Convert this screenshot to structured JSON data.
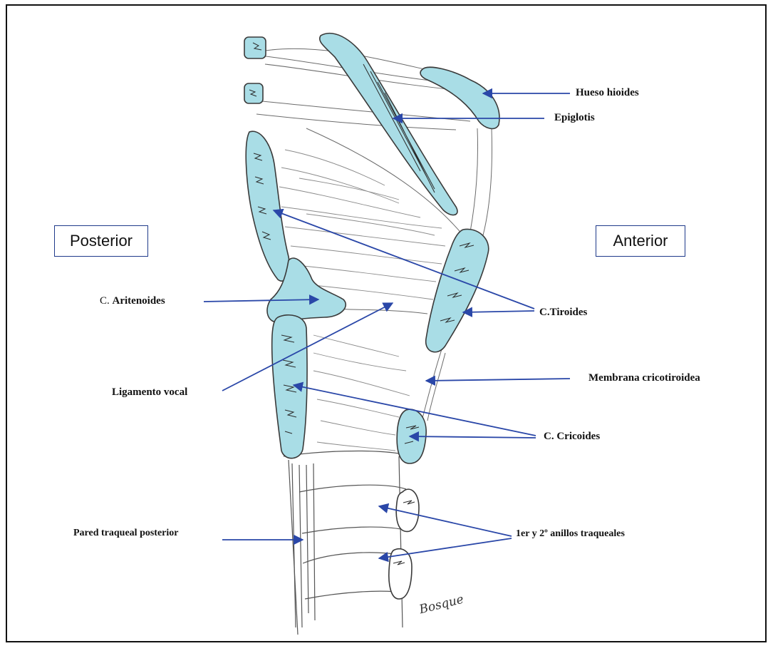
{
  "orientation": {
    "posterior": "Posterior",
    "anterior": "Anterior"
  },
  "labels": {
    "hyoid": "Hueso hioides",
    "epiglottis": "Epiglotis",
    "arytenoid_prefix": "C.",
    "arytenoid_name": "Aritenoides",
    "thyroid": "C.Tiroides",
    "vocal_ligament": "Ligamento vocal",
    "cricothyroid_membrane": "Membrana cricotiroidea",
    "cricoid": "C. Cricoides",
    "posterior_tracheal_wall": "Pared traqueal posterior",
    "tracheal_rings": "1er y 2º anillos traqueales"
  },
  "signature": "Bosque",
  "colors": {
    "cartilage_fill": "#a9dde6",
    "outline": "#3a3a3a",
    "arrow": "#2a47a8",
    "box_border": "#1f3a8a",
    "frame": "#111111"
  }
}
